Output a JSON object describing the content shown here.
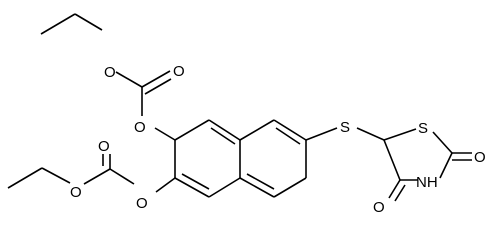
{
  "molecule": {
    "atoms": {
      "o1": "O",
      "o2": "O",
      "o3": "O",
      "o4": "O",
      "o5": "O",
      "o6": "O",
      "s1": "S",
      "s2": "S",
      "o7": "O",
      "o8": "O",
      "nh": "NH"
    }
  },
  "colors": {
    "ink": "#000000",
    "background": "#ffffff"
  }
}
